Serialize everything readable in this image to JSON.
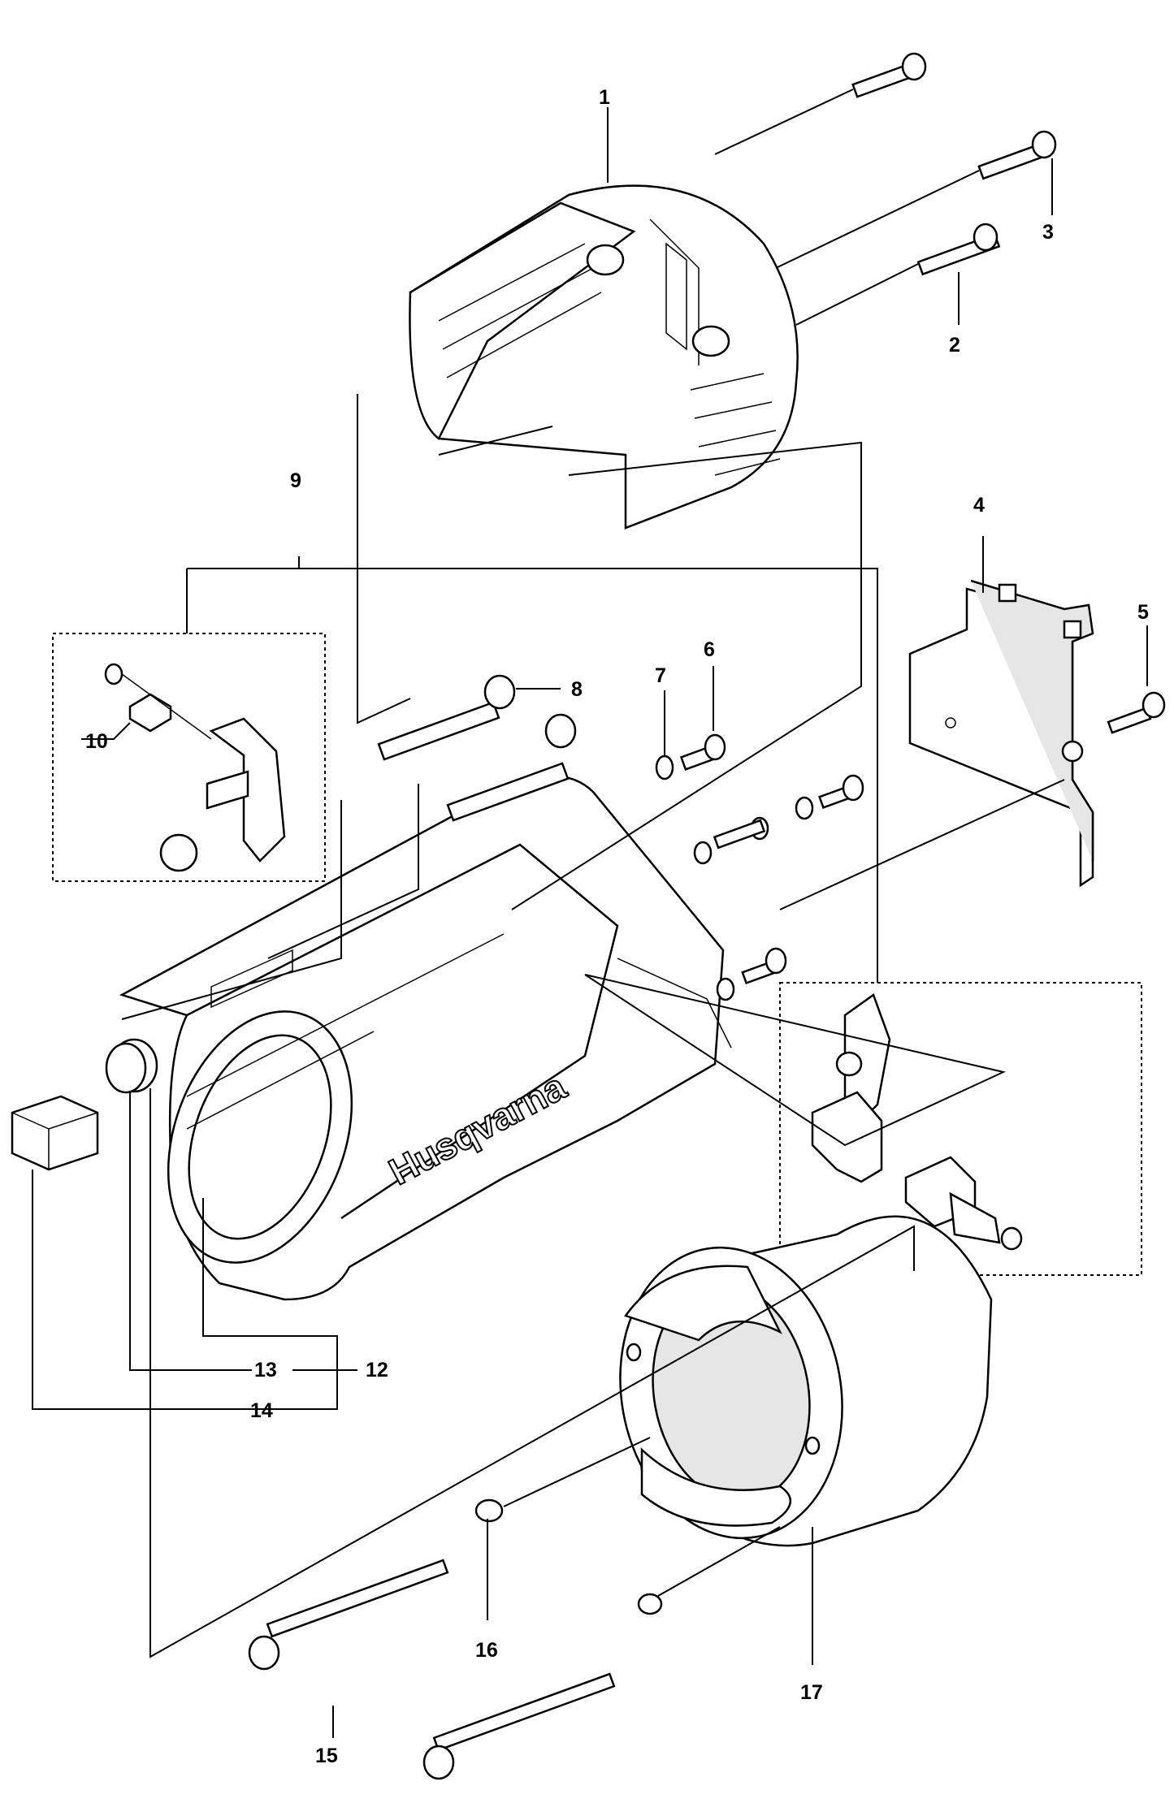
{
  "diagram": {
    "brand_text": "Husqvarna",
    "callouts": [
      {
        "id": "1",
        "label": "1"
      },
      {
        "id": "2",
        "label": "2"
      },
      {
        "id": "3",
        "label": "3"
      },
      {
        "id": "4",
        "label": "4"
      },
      {
        "id": "5",
        "label": "5"
      },
      {
        "id": "6",
        "label": "6"
      },
      {
        "id": "7",
        "label": "7"
      },
      {
        "id": "8",
        "label": "8"
      },
      {
        "id": "9",
        "label": "9"
      },
      {
        "id": "10",
        "label": "10"
      },
      {
        "id": "12",
        "label": "12"
      },
      {
        "id": "13",
        "label": "13"
      },
      {
        "id": "14",
        "label": "14"
      },
      {
        "id": "15",
        "label": "15"
      },
      {
        "id": "16",
        "label": "16"
      },
      {
        "id": "17",
        "label": "17"
      }
    ]
  }
}
